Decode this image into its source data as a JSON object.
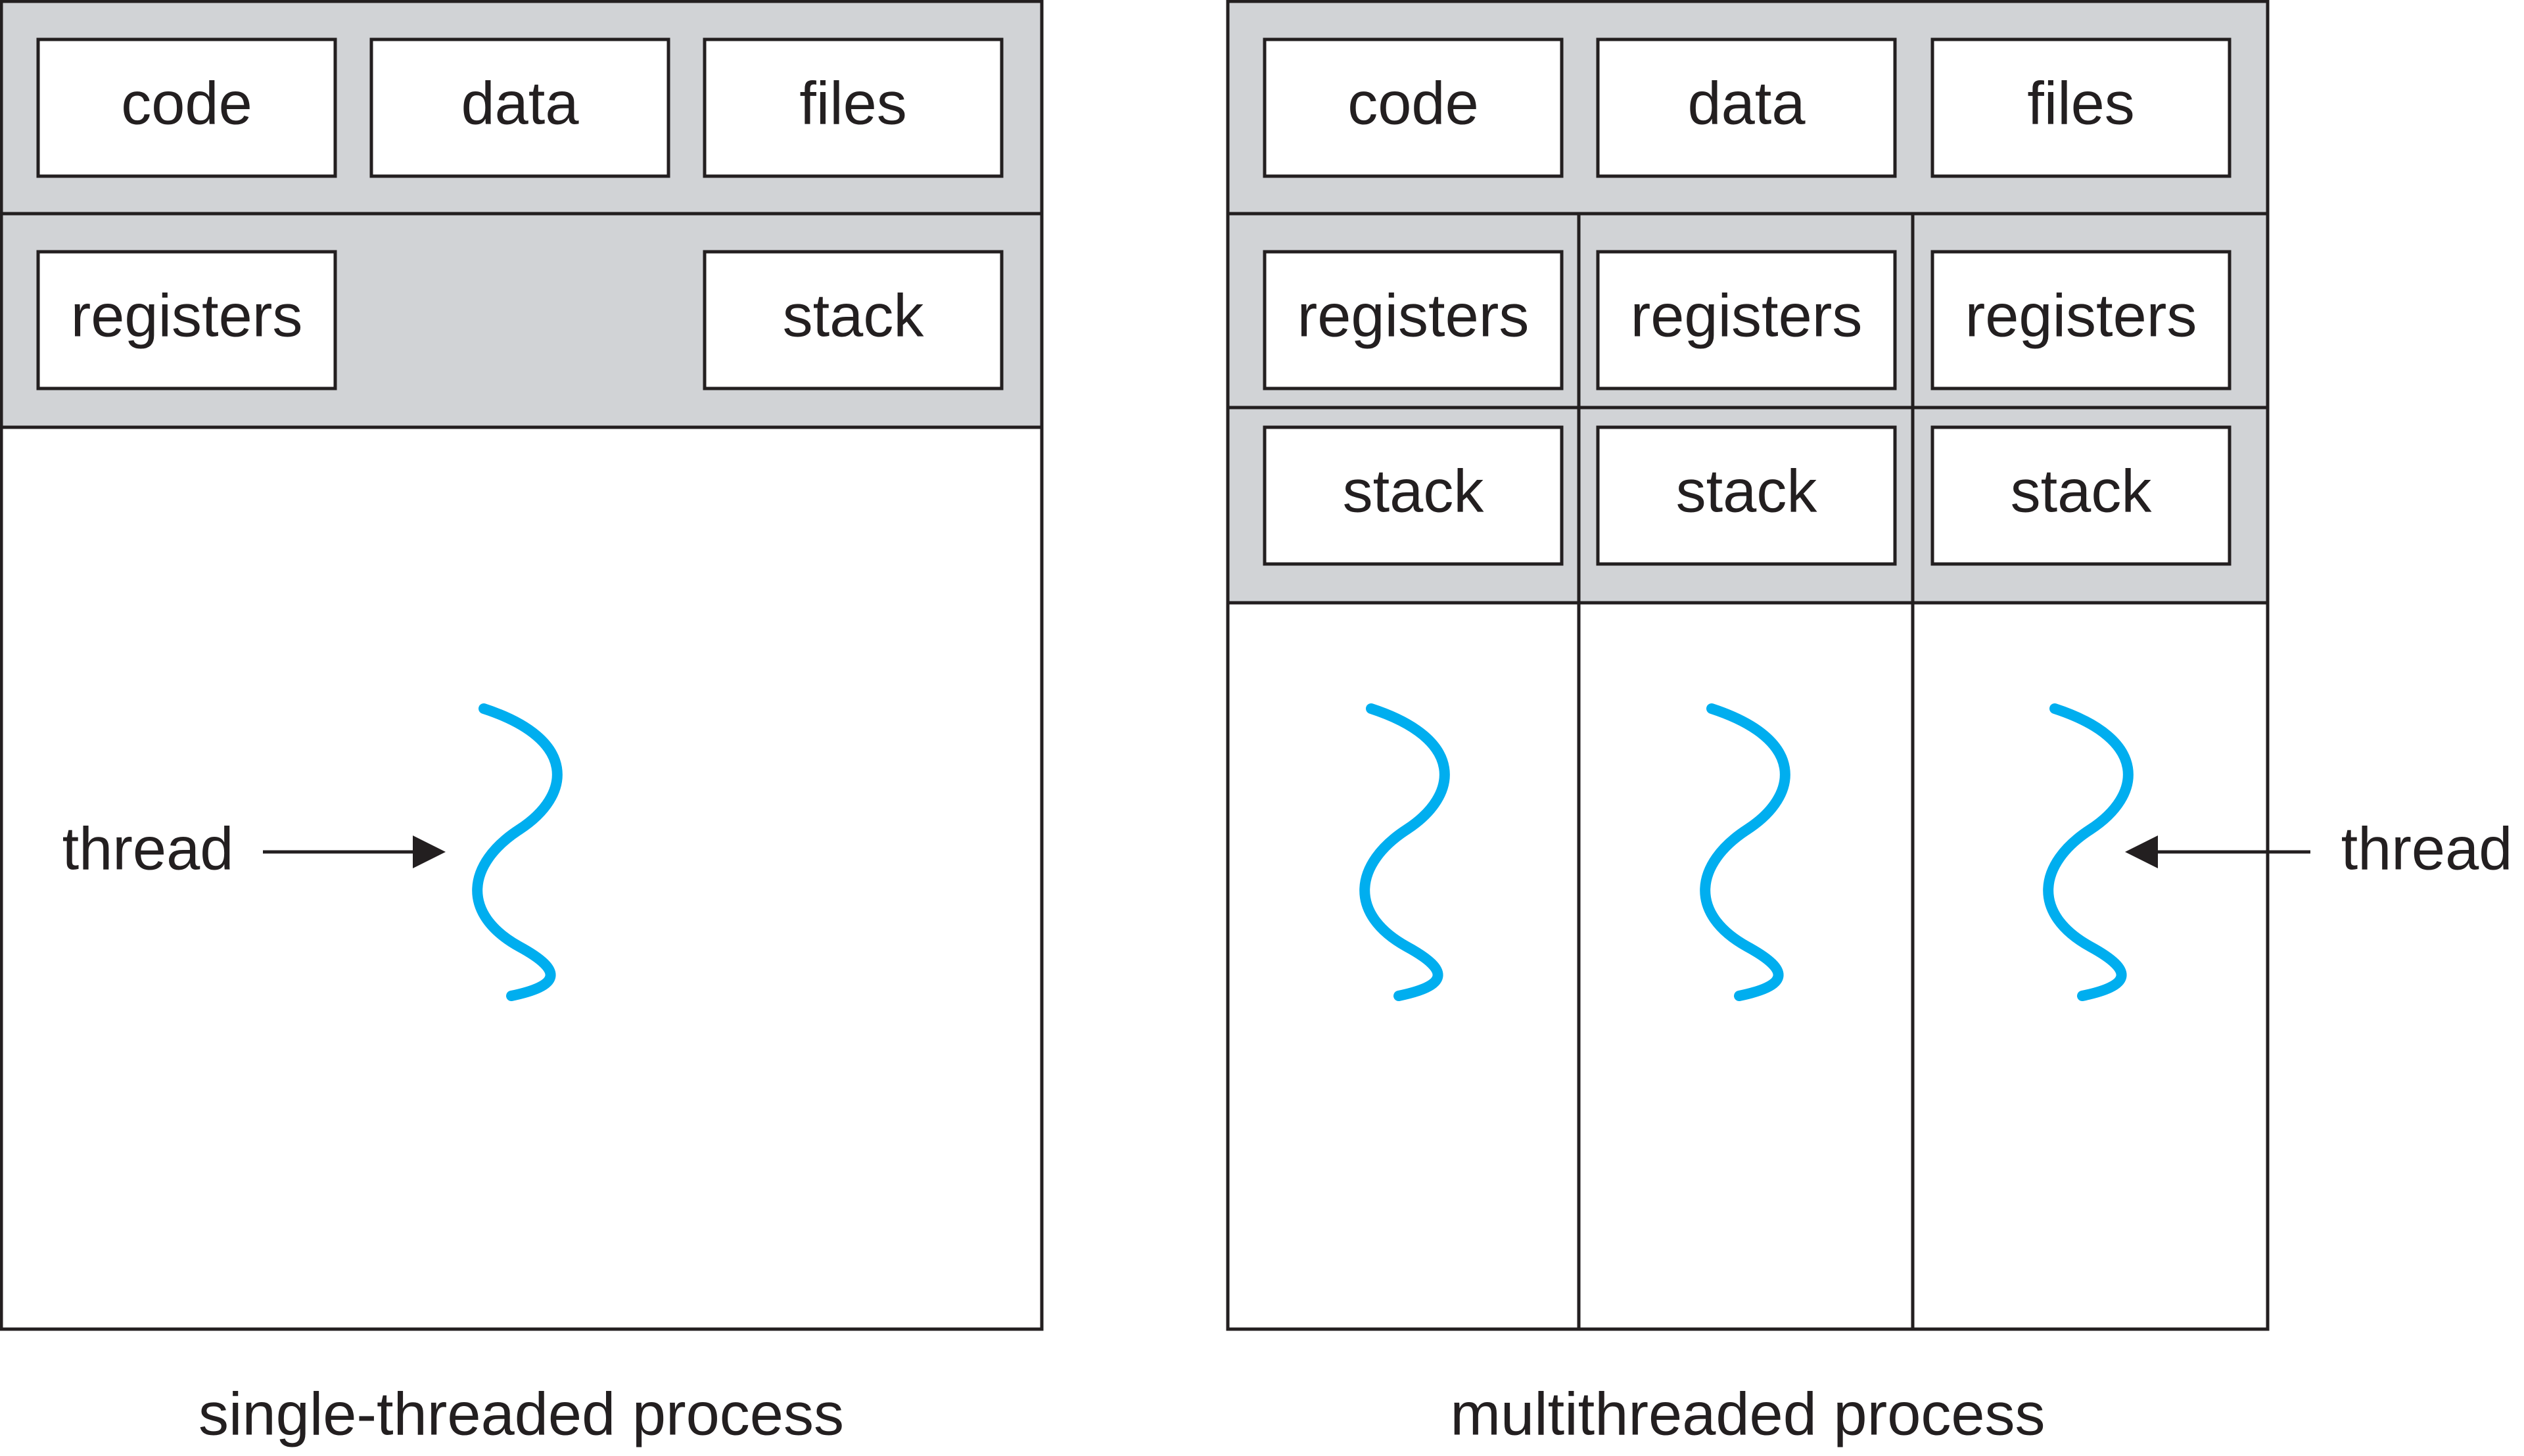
{
  "single": {
    "resources": {
      "code": "code",
      "data": "data",
      "files": "files"
    },
    "registers": "registers",
    "stack": "stack",
    "thread_label": "thread",
    "caption": "single-threaded process"
  },
  "multi": {
    "resources": {
      "code": "code",
      "data": "data",
      "files": "files"
    },
    "threads": [
      {
        "registers": "registers",
        "stack": "stack"
      },
      {
        "registers": "registers",
        "stack": "stack"
      },
      {
        "registers": "registers",
        "stack": "stack"
      }
    ],
    "thread_label": "thread",
    "caption": "multithreaded process"
  },
  "colors": {
    "shared_area": "#d1d3d6",
    "thread_line": "#00aeef",
    "stroke": "#231f20",
    "box_fill": "#ffffff"
  }
}
